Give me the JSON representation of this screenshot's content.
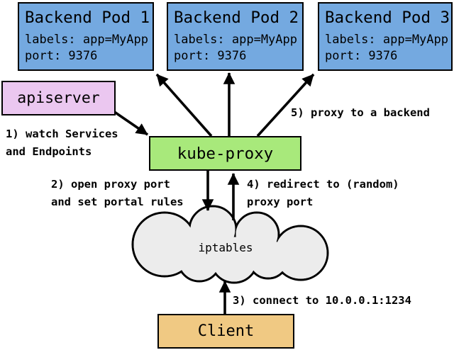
{
  "nodes": {
    "pods": [
      {
        "title": "Backend Pod 1",
        "labels_line": "labels: app=MyApp",
        "port_line": "port: 9376"
      },
      {
        "title": "Backend Pod 2",
        "labels_line": "labels: app=MyApp",
        "port_line": "port: 9376"
      },
      {
        "title": "Backend Pod 3",
        "labels_line": "labels: app=MyApp",
        "port_line": "port: 9376"
      }
    ],
    "apiserver": {
      "label": "apiserver"
    },
    "kube_proxy": {
      "label": "kube-proxy"
    },
    "iptables": {
      "label": "iptables"
    },
    "client": {
      "label": "Client"
    }
  },
  "annotations": {
    "step1": "1) watch Services\nand Endpoints",
    "step2": "2) open proxy port\nand set portal rules",
    "step3": "3) connect to 10.0.0.1:1234",
    "step4": "4) redirect to (random)\nproxy port",
    "step5": "5) proxy to a backend"
  },
  "colors": {
    "pod_fill": "#74A9E0",
    "apiserver_fill": "#EBC7F0",
    "kube_proxy_fill": "#A8E97B",
    "iptables_fill": "#ECECEC",
    "client_fill": "#F0C983",
    "stroke": "#000000"
  }
}
